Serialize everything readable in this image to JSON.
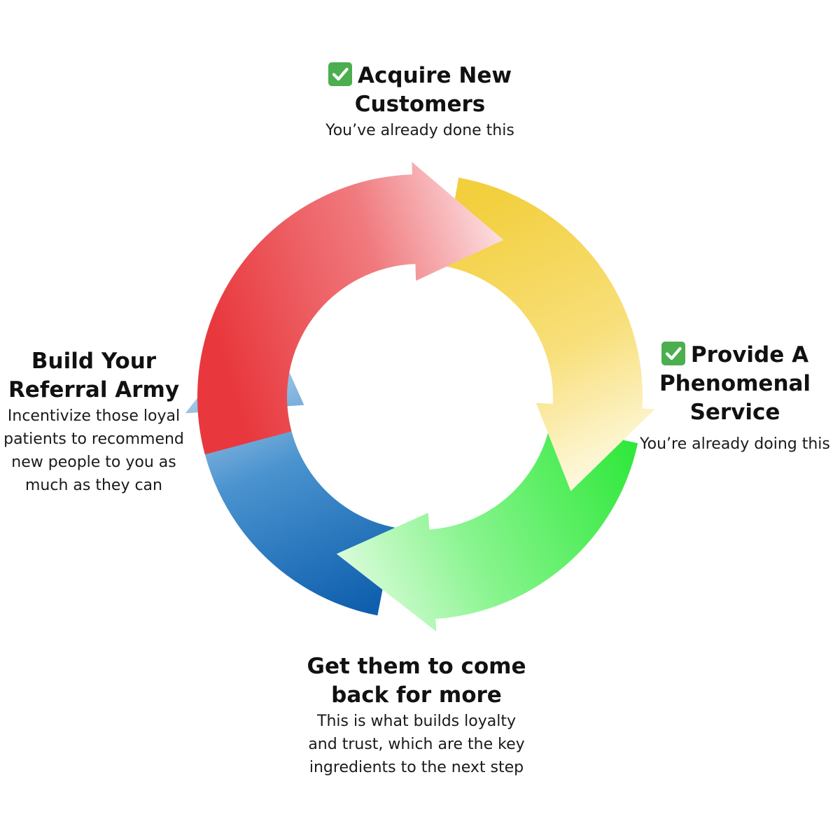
{
  "stages": [
    {
      "title_lines": [
        "Acquire New",
        "Customers"
      ],
      "desc_lines": [
        "You’ve already done this"
      ],
      "checked": true
    },
    {
      "title_lines": [
        "Provide A",
        "Phenomenal",
        "Service"
      ],
      "desc_lines": [
        "You’re already doing this"
      ],
      "checked": true
    },
    {
      "title_lines": [
        "Get them to come",
        "back for more"
      ],
      "desc_lines": [
        "This is what builds loyalty",
        "and trust, which are the key",
        "ingredients to the next step"
      ],
      "checked": false
    },
    {
      "title_lines": [
        "Build Your",
        "Referral Army"
      ],
      "desc_lines": [
        "Incentivize those loyal",
        "patients to recommend",
        "new people to you as",
        "much as they can"
      ],
      "checked": false
    }
  ],
  "colors": {
    "red": "#e8383d",
    "yellow": "#f2cf3c",
    "green": "#3fe84a",
    "blue": "#1f6fb8",
    "check": "#4cae4f"
  },
  "icons": {
    "checkmark": "check-icon"
  }
}
